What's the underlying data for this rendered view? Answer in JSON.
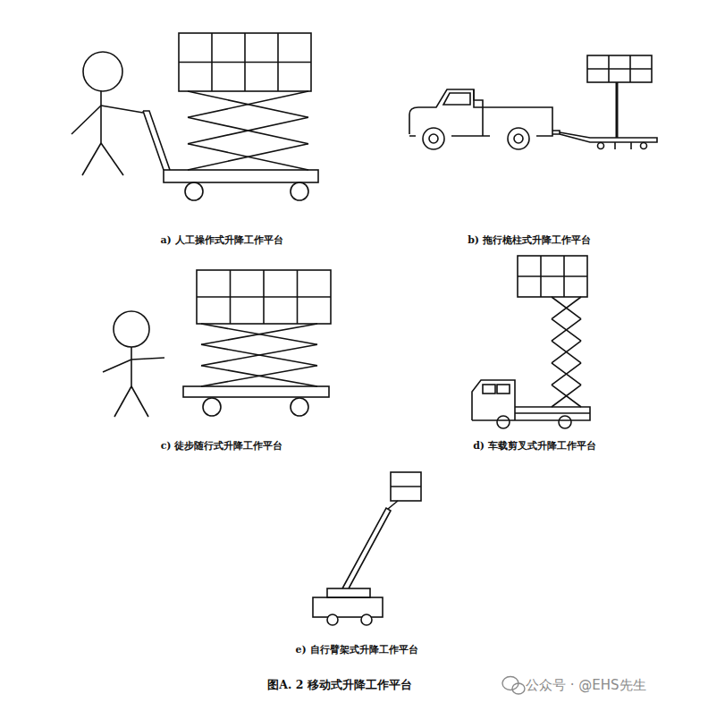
{
  "diagram": {
    "caption": "图A. 2  移动式升降工作平台",
    "labels": [
      "a) 人工操作式升降工作平台",
      "b) 拖行桅柱式升降工作平台",
      "c) 徒步随行式升降工作平台",
      "d) 车载剪叉式升降工作平台",
      "e) 自行臂架式升降工作平台",
      "公众号 · @EHS先生"
    ]
  }
}
